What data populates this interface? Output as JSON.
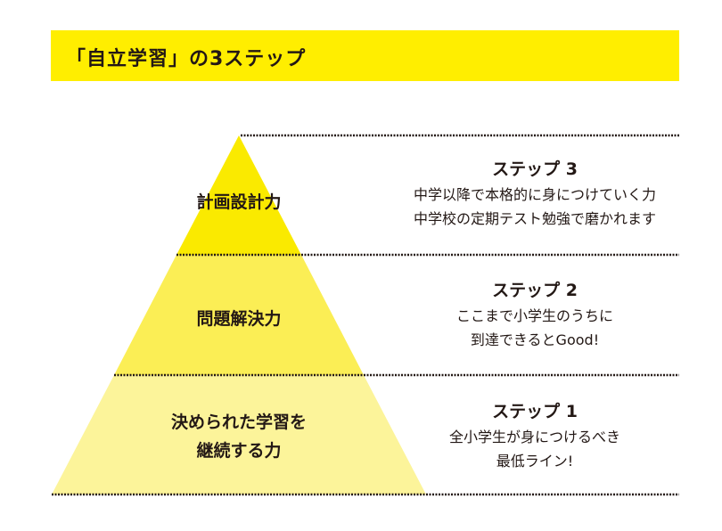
{
  "header": {
    "title": "「自立学習」の3ステップ"
  },
  "colors": {
    "header": "#FFEE00",
    "top": "#FAEA00",
    "middle": "#FBEE55",
    "bottom": "#FCF49A"
  },
  "levels": [
    {
      "label": "計画設計力",
      "step": "ステップ 3",
      "lines": [
        "中学以降で本格的に身につけていく力",
        "中学校の定期テスト勉強で磨かれます"
      ]
    },
    {
      "label": "問題解決力",
      "step": "ステップ 2",
      "lines": [
        "ここまで小学生のうちに",
        "到達できるとGood!"
      ]
    },
    {
      "label_lines": [
        "決められた学習を",
        "継続する力"
      ],
      "step": "ステップ 1",
      "lines": [
        "全小学生が身につけるべき",
        "最低ライン!"
      ]
    }
  ]
}
